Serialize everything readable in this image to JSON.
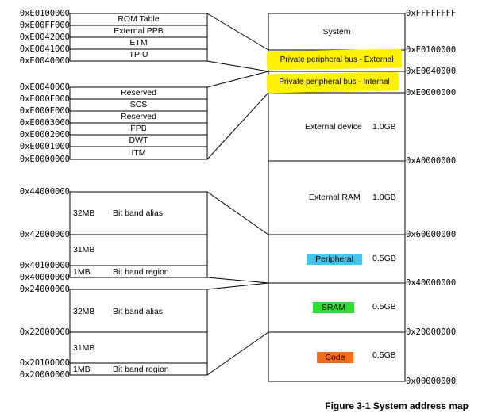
{
  "caption": "Figure 3-1 System address map",
  "ppb_external": {
    "addresses": [
      "0xE0100000",
      "0xE00FF000",
      "0xE0042000",
      "0xE0041000",
      "0xE0040000"
    ],
    "blocks": [
      "ROM Table",
      "External PPB",
      "ETM",
      "TPIU"
    ]
  },
  "ppb_internal": {
    "addresses": [
      "0xE0040000",
      "0xE000F000",
      "0xE000E000",
      "0xE0003000",
      "0xE0002000",
      "0xE0001000",
      "0xE0000000"
    ],
    "blocks": [
      "Reserved",
      "SCS",
      "Reserved",
      "FPB",
      "DWT",
      "ITM"
    ]
  },
  "sram_bitband": {
    "addresses": [
      "0x44000000",
      "0x42000000",
      "0x40100000",
      "0x40000000"
    ],
    "alias_size": "32MB",
    "alias_label": "Bit band alias",
    "gap_size": "31MB",
    "region_size": "1MB",
    "region_label": "Bit band region"
  },
  "code_bitband": {
    "addresses": [
      "0x24000000",
      "0x22000000",
      "0x20100000",
      "0x20000000"
    ],
    "alias_size": "32MB",
    "alias_label": "Bit band alias",
    "gap_size": "31MB",
    "region_size": "1MB",
    "region_label": "Bit band region"
  },
  "main_map": {
    "addresses": [
      "0xFFFFFFFF",
      "0xE0100000",
      "0xE0040000",
      "0xE0000000",
      "0xA0000000",
      "0x60000000",
      "0x40000000",
      "0x20000000",
      "0x00000000"
    ],
    "system": "System",
    "ppb_external_label": "Private peripheral bus - External",
    "ppb_internal_label": "Private peripheral bus - Internal",
    "external_device": "External device",
    "external_device_size": "1.0GB",
    "external_ram": "External RAM",
    "external_ram_size": "1.0GB",
    "peripheral": "Peripheral",
    "peripheral_size": "0.5GB",
    "sram": "SRAM",
    "sram_size": "0.5GB",
    "code": "Code",
    "code_size": "0.5GB"
  },
  "colors": {
    "highlight": "#fff200",
    "peripheral": "#44c4f0",
    "sram": "#2ee02e",
    "code": "#ff6a14"
  }
}
